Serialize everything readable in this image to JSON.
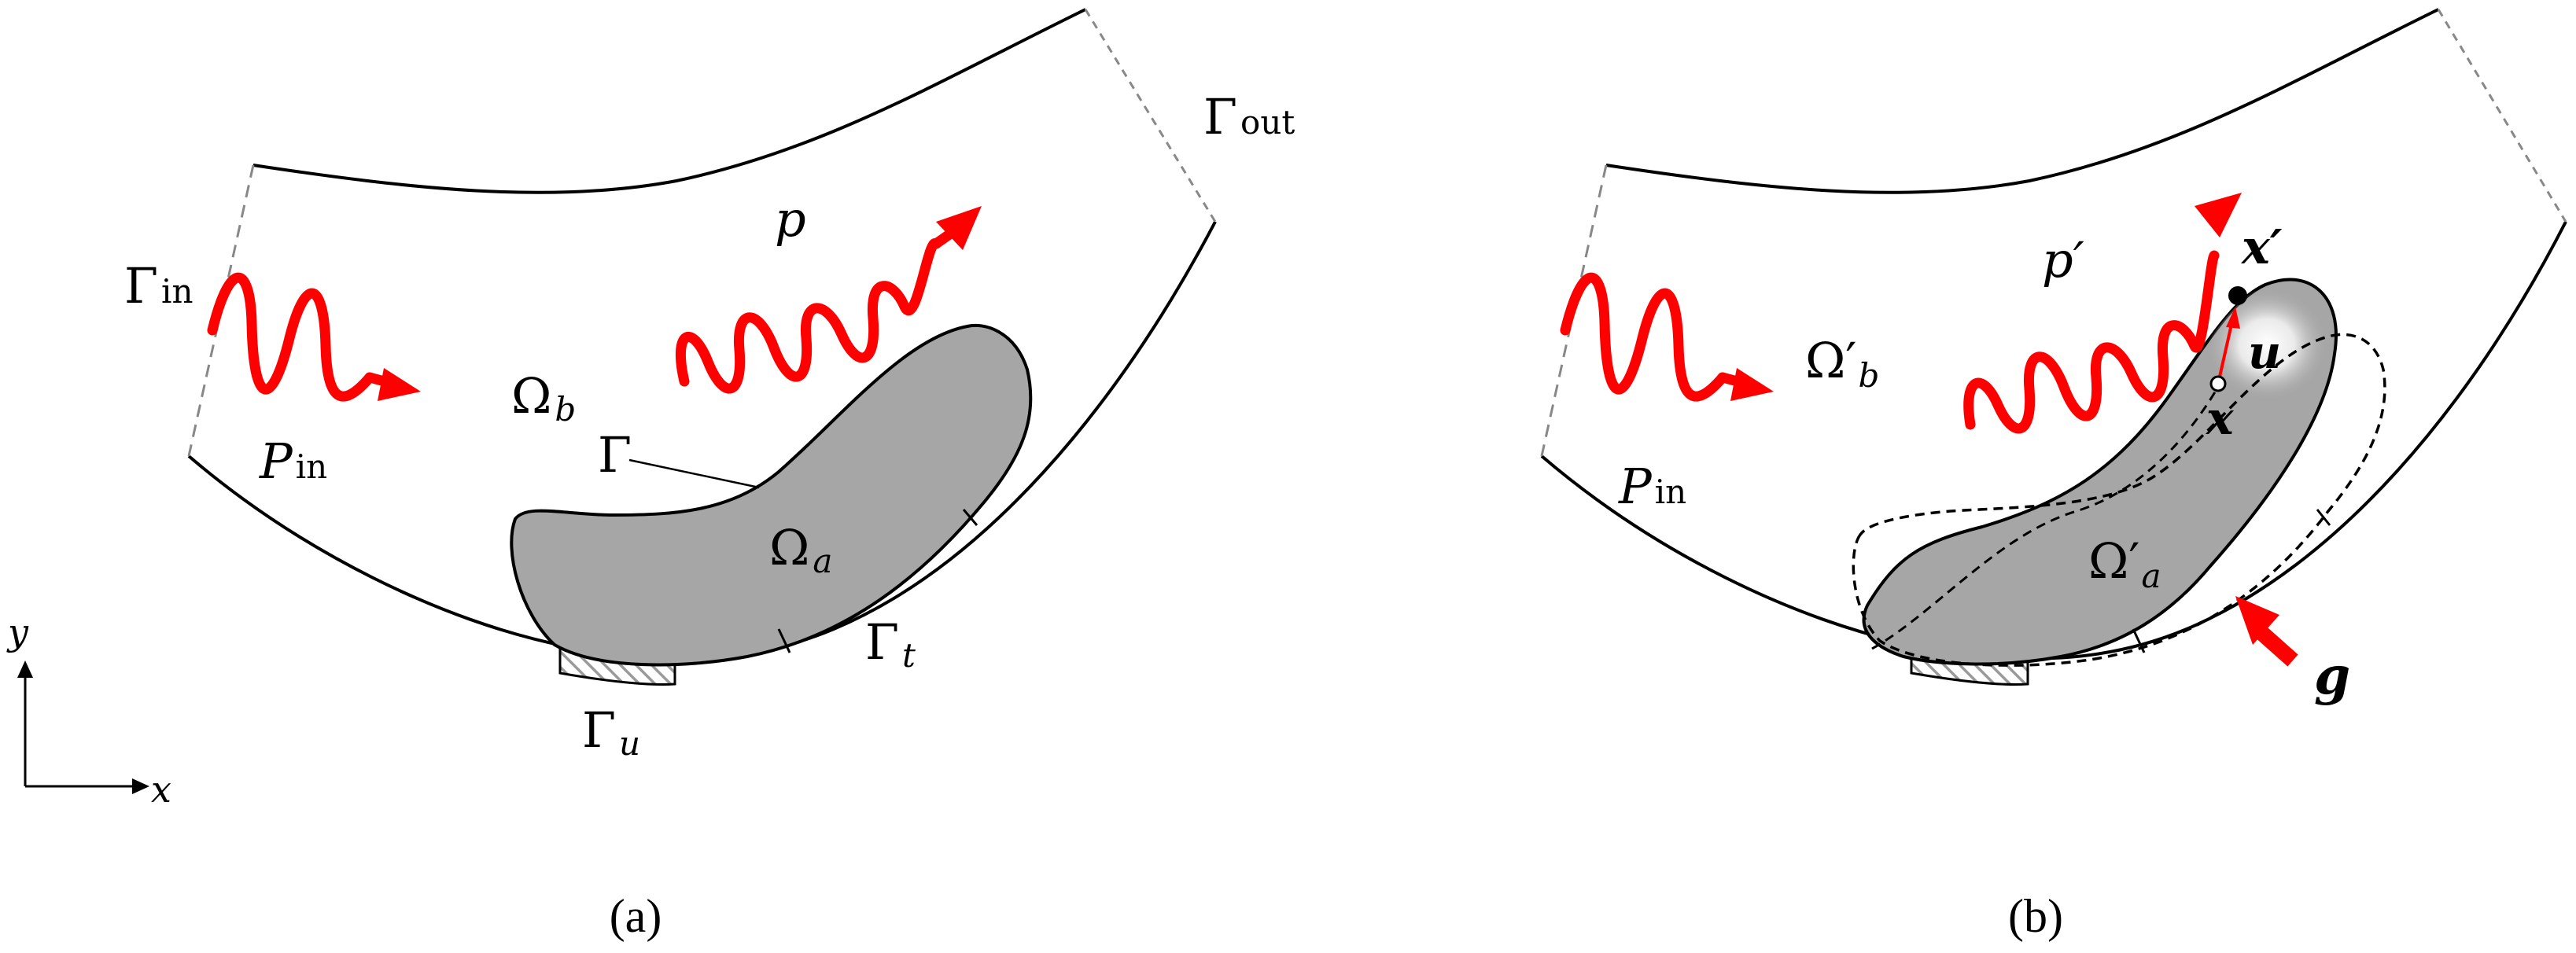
{
  "panel_a": {
    "caption": "(a)",
    "labels": {
      "gamma_out": "Γ",
      "gamma_out_sub": "out",
      "gamma_in": "Γ",
      "gamma_in_sub": "in",
      "p": "p",
      "omega_b": "Ω",
      "omega_b_sub": "b",
      "gamma": "Γ",
      "p_in": "P",
      "p_in_sub": "in",
      "omega_a": "Ω",
      "omega_a_sub": "a",
      "gamma_t": "Γ",
      "gamma_t_sub": "t",
      "gamma_u": "Γ",
      "gamma_u_sub": "u",
      "axis_y": "y",
      "axis_x": "x"
    }
  },
  "panel_b": {
    "caption": "(b)",
    "labels": {
      "p_prime": "p′",
      "omega_b_prime": "Ω′",
      "omega_b_prime_sub": "b",
      "x_prime": "x′",
      "u": "u",
      "x": "x",
      "p_in": "P",
      "p_in_sub": "in",
      "omega_a_prime": "Ω′",
      "omega_a_prime_sub": "a",
      "g": "g"
    }
  },
  "colors": {
    "wave": "#ff0000",
    "solid_fill": "#a6a6a6",
    "outline": "#000000",
    "dashed_boundary": "#888888"
  }
}
